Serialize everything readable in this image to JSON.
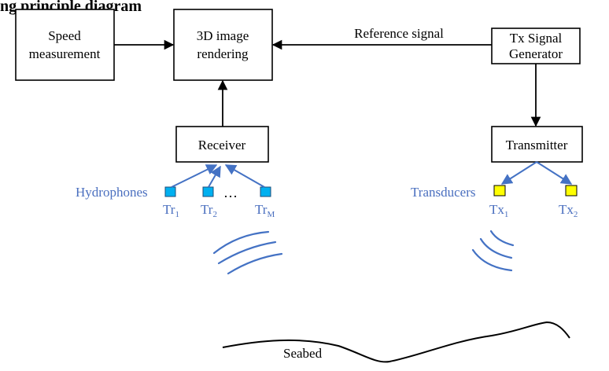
{
  "header": {
    "title": "ng principle diagram"
  },
  "blocks": {
    "speed_measurement": {
      "line1": "Speed",
      "line2": "measurement"
    },
    "image_rendering": {
      "line1": "3D image",
      "line2": "rendering"
    },
    "signal_generator": {
      "line1": "Tx Signal",
      "line2": "Generator"
    },
    "receiver": {
      "label": "Receiver"
    },
    "transmitter": {
      "label": "Transmitter"
    }
  },
  "edges": {
    "reference_signal": "Reference signal"
  },
  "receive_side": {
    "group_label": "Hydrophones",
    "ellipsis": "…",
    "elements": [
      {
        "base": "Tr",
        "sub": "1"
      },
      {
        "base": "Tr",
        "sub": "2"
      },
      {
        "base": "Tr",
        "sub": "M"
      }
    ]
  },
  "transmit_side": {
    "group_label": "Transducers",
    "elements": [
      {
        "base": "Tx",
        "sub": "1"
      },
      {
        "base": "Tx",
        "sub": "2"
      }
    ]
  },
  "seabed": {
    "label": "Seabed"
  },
  "colors": {
    "line": "#000000",
    "accent_blue": "#4472c4",
    "label_blue": "#4a6fbf",
    "hydrophone_fill": "#00b0f0",
    "transducer_fill": "#ffff00"
  }
}
